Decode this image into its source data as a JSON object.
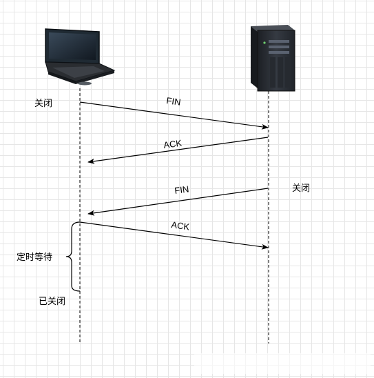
{
  "client": {
    "device": "laptop-icon",
    "close_label": "关闭",
    "time_wait_label": "定时等待",
    "closed_label": "已关闭"
  },
  "server": {
    "device": "server-tower-icon",
    "close_label": "关闭"
  },
  "messages": [
    {
      "label": "FIN",
      "direction": "client-to-server"
    },
    {
      "label": "ACK",
      "direction": "server-to-client"
    },
    {
      "label": "FIN",
      "direction": "server-to-client"
    },
    {
      "label": "ACK",
      "direction": "client-to-server"
    }
  ],
  "colors": {
    "grid": "#e6e6e6",
    "line": "#000000",
    "server_body": "#2b2f36"
  }
}
